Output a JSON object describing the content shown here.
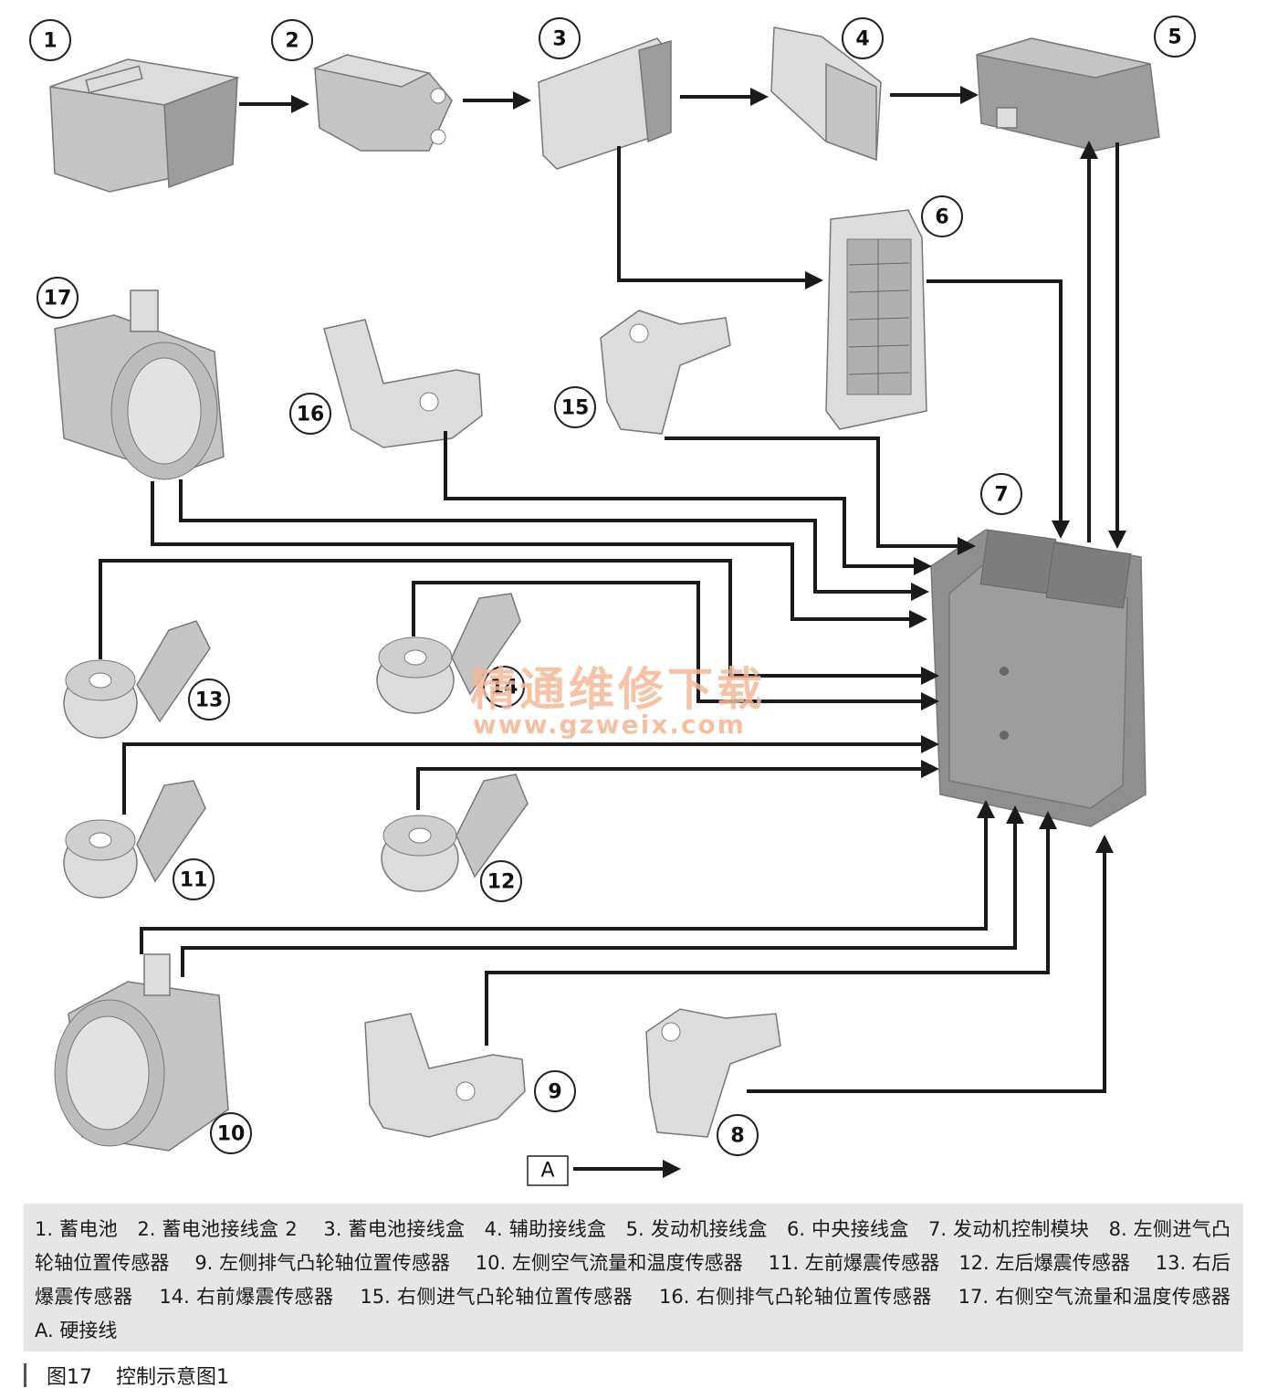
{
  "diagram": {
    "labels": {
      "n1": "1",
      "n2": "2",
      "n3": "3",
      "n4": "4",
      "n5": "5",
      "n6": "6",
      "n7": "7",
      "n8": "8",
      "n9": "9",
      "n10": "10",
      "n11": "11",
      "n12": "12",
      "n13": "13",
      "n14": "14",
      "n15": "15",
      "n16": "16",
      "n17": "17"
    },
    "key_label": "A",
    "watermark": {
      "line1": "精通维修下载",
      "line2": "www.gzweix.com"
    }
  },
  "legend": {
    "text": "1. 蓄电池　2. 蓄电池接线盒 2　 3. 蓄电池接线盒　4. 辅助接线盒　5. 发动机接线盒　6. 中央接线盒　7. 发动机控制模块　8. 左侧进气凸轮轴位置传感器　 9. 左侧排气凸轮轴位置传感器　 10. 左侧空气流量和温度传感器　 11. 左前爆震传感器　12. 左后爆震传感器　 13. 右后爆震传感器　 14. 右前爆震传感器　 15. 右侧进气凸轮轴位置传感器　 16. 右侧排气凸轮轴位置传感器　 17. 右侧空气流量和温度传感器　 A. 硬接线"
  },
  "caption": {
    "figure": "图17",
    "title": "控制示意图1"
  }
}
